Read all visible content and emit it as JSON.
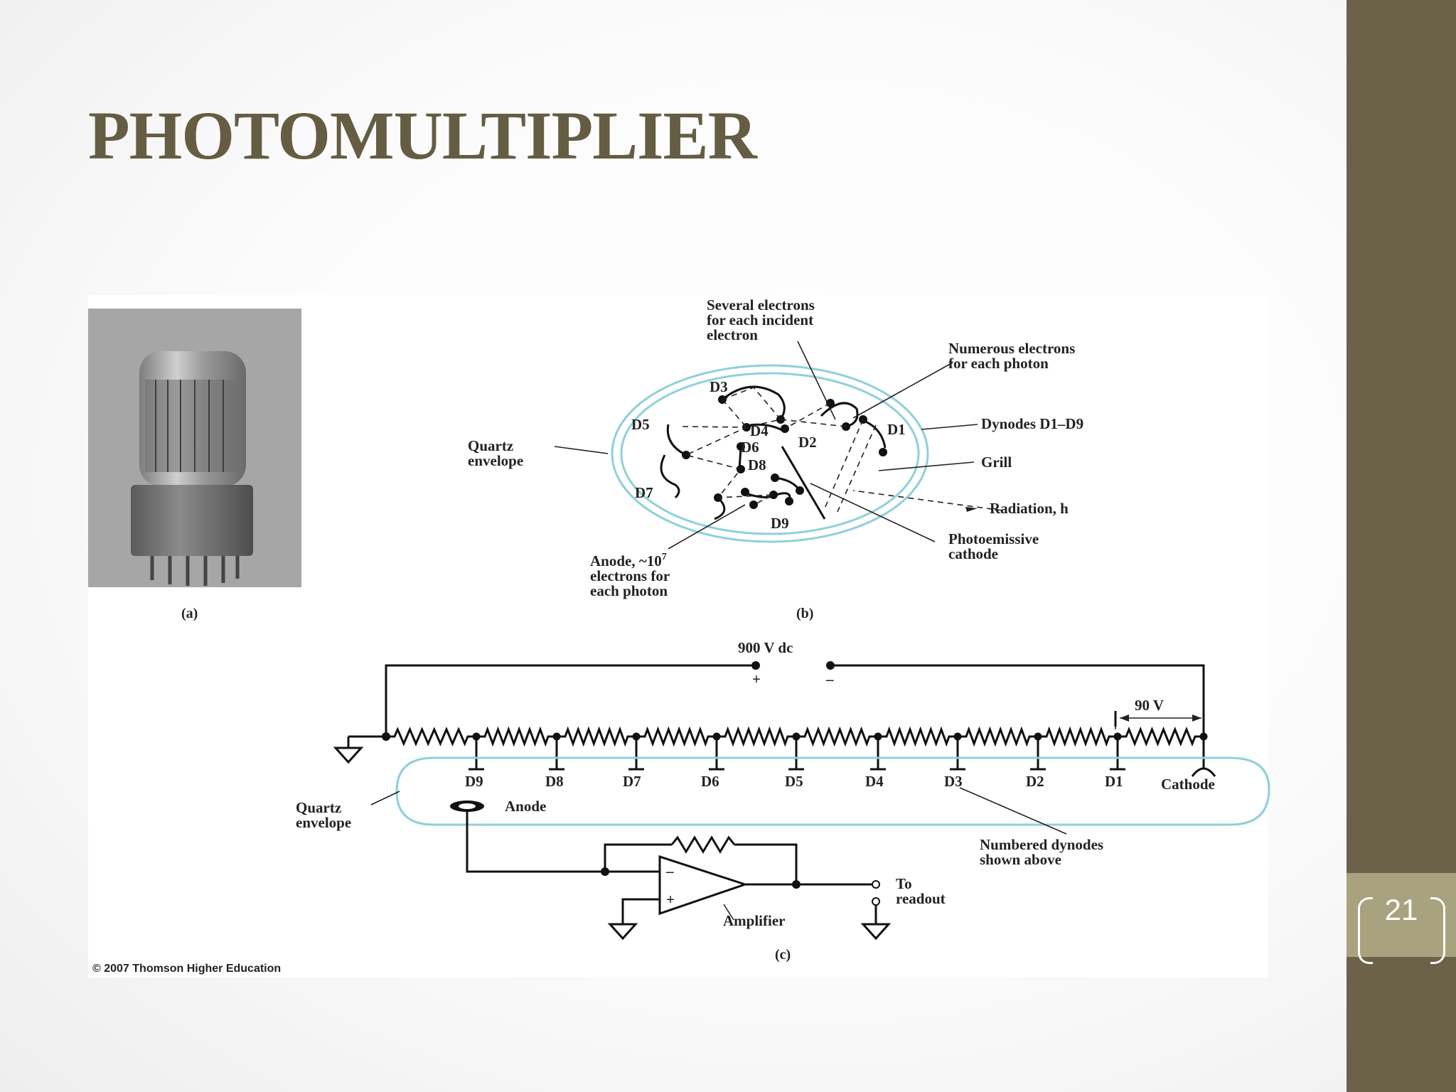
{
  "slide": {
    "title": "PHOTOMULTIPLIER",
    "page_number": "21",
    "colors": {
      "title": "#645d43",
      "sidebar": "#6b6249",
      "page_box": "#a8a27e",
      "envelope": "#8fd0da"
    }
  },
  "figure": {
    "panel_a": {
      "caption": "(a)"
    },
    "panel_b": {
      "caption": "(b)",
      "dynode_labels": [
        "D1",
        "D2",
        "D3",
        "D4",
        "D5",
        "D6",
        "D7",
        "D8",
        "D9"
      ],
      "callouts": {
        "several_electrons": [
          "Several electrons",
          "for each incident",
          "electron"
        ],
        "numerous_electrons": [
          "Numerous electrons",
          "for each photon"
        ],
        "dynodes": "Dynodes D1–D9",
        "grill": "Grill",
        "radiation": "Radiation, h",
        "photoemissive": [
          "Photoemissive",
          "cathode"
        ],
        "quartz": [
          "Quartz",
          "envelope"
        ],
        "anode_line1": "Anode, ~10",
        "anode_exp": "7",
        "anode_rest": [
          "electrons for",
          "each photon"
        ]
      }
    },
    "panel_c": {
      "caption": "(c)",
      "supply": "900 V dc",
      "plus": "+",
      "minus": "–",
      "step_voltage": "90 V",
      "electrode_labels": [
        "D9",
        "D8",
        "D7",
        "D6",
        "D5",
        "D4",
        "D3",
        "D2",
        "D1",
        "Cathode"
      ],
      "quartz": [
        "Quartz",
        "envelope"
      ],
      "anode": "Anode",
      "numbered": [
        "Numbered dynodes",
        "shown above"
      ],
      "to_readout": [
        "To",
        "readout"
      ],
      "amplifier": "Amplifier",
      "op_minus": "–",
      "op_plus": "+"
    },
    "copyright": "© 2007 Thomson Higher Education"
  }
}
